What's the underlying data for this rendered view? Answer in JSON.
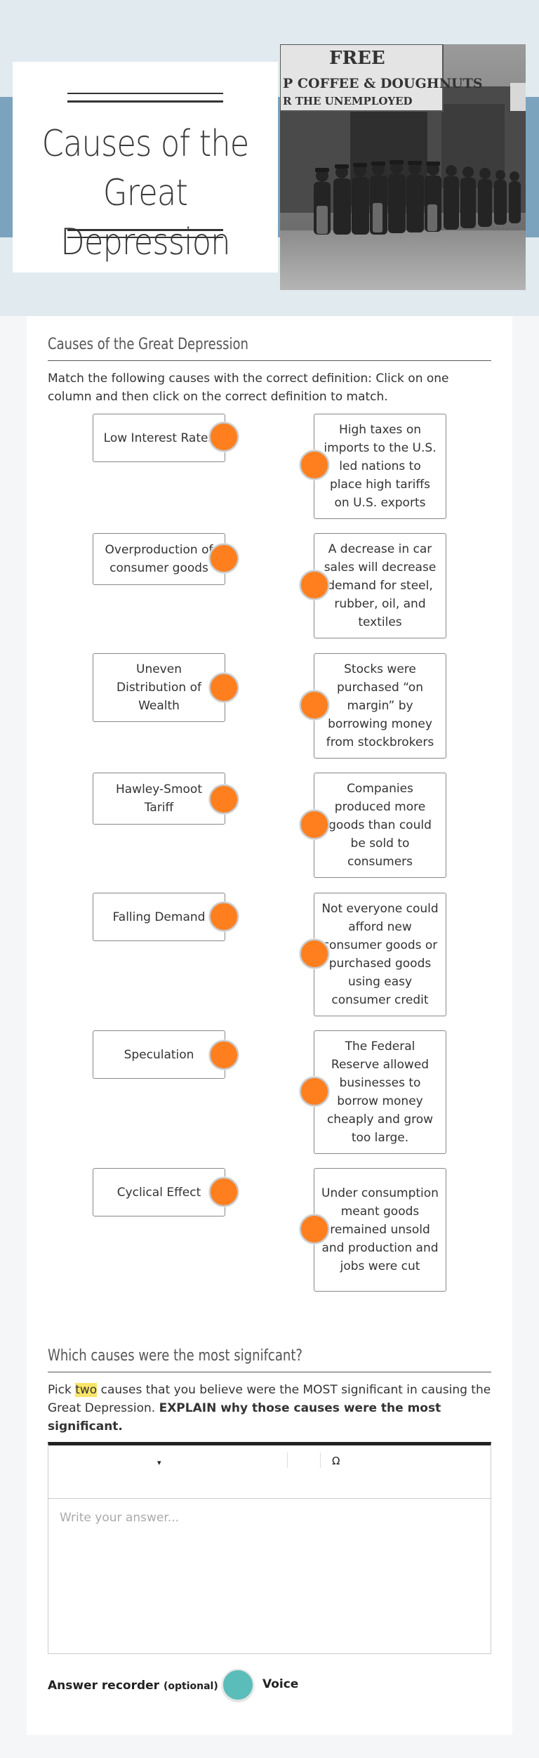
{
  "header": {
    "title_line1": "Causes of the",
    "title_line2": "Great Depression",
    "photo_sign_line1": "FREE",
    "photo_sign_line2": "P COFFEE & DOUGHNUTS",
    "photo_sign_line3": "R THE UNEMPLOYED"
  },
  "colors": {
    "hero_bg": "#e1ebef",
    "hero_band": "#7ba3bd",
    "dot": "#ff7f1e",
    "recorder": "#5bbdb9",
    "highlight": "#f8e568"
  },
  "matching": {
    "title": "Causes of the Great Depression",
    "instructions": "Match the following causes with the correct definition: Click on one column and then click on the correct definition to match.",
    "causes": [
      "Low Interest Rates",
      "Overproduction of consumer goods",
      "Uneven Distribution of Wealth",
      "Hawley-Smoot Tariff",
      "Falling Demand",
      "Speculation",
      "Cyclical Effect"
    ],
    "definitions": [
      "High taxes on imports to the U.S. led nations to place high tariffs on U.S. exports",
      "A decrease in car sales will decrease demand for steel, rubber, oil, and textiles",
      "Stocks were purchased “on margin” by borrowing money from stockbrokers",
      "Companies produced more goods than could be sold to consumers",
      "Not everyone could afford new consumer goods or purchased goods using easy consumer credit",
      "The Federal Reserve allowed businesses to borrow money cheaply and grow too large.",
      "Under consumption meant goods remained unsold and production and jobs were cut"
    ]
  },
  "question": {
    "title": "Which causes were the most signifcant?",
    "text_pick": "Pick ",
    "text_two": "two",
    "text_rest": " causes that you believe were the MOST significant in causing the Great Depression. ",
    "text_bold": "EXPLAIN why those causes were the most significant.",
    "toolbar_caret": "▾",
    "toolbar_omega": "Ω",
    "placeholder": "Write your answer..."
  },
  "recorder": {
    "label": "Answer recorder",
    "optional": "(optional)",
    "dash": " -",
    "voice": "Voice"
  }
}
